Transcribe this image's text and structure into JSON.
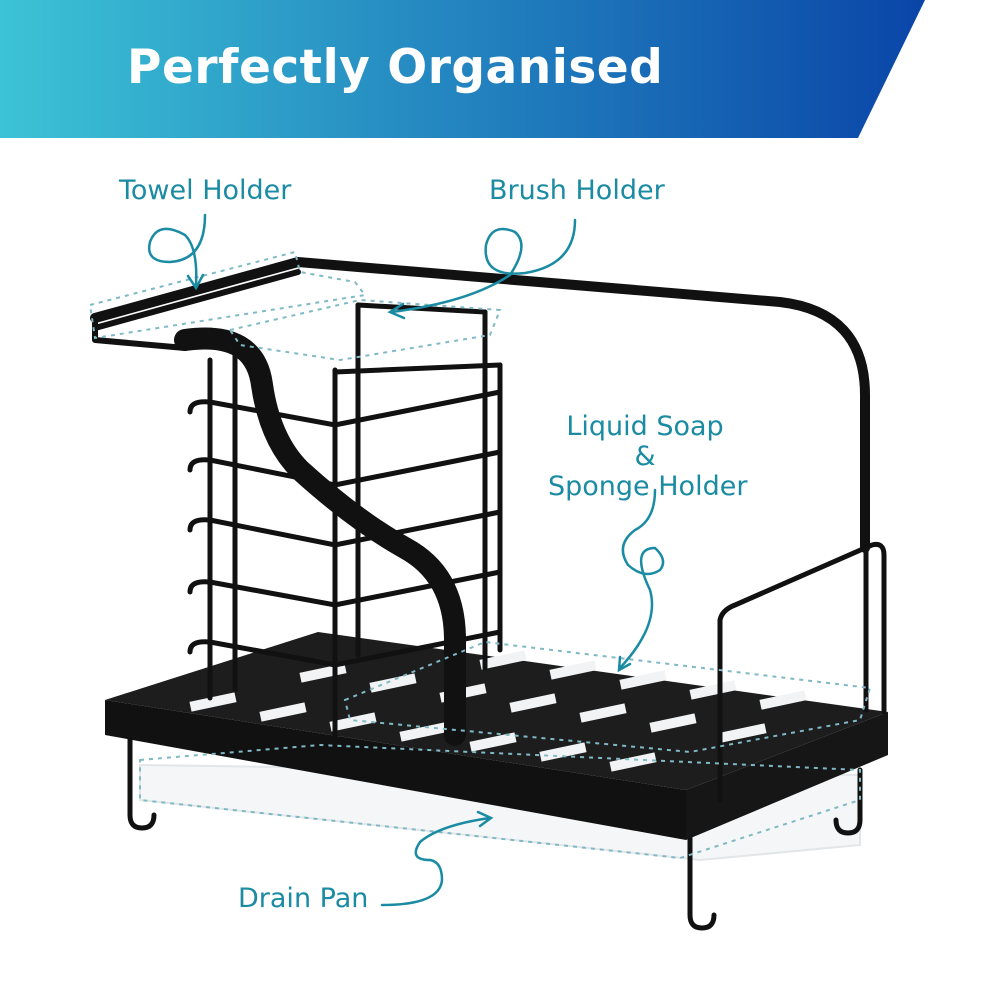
{
  "banner": {
    "title": "Perfectly Organised",
    "gradient_start": "#3cc3d6",
    "gradient_end": "#0a45a8"
  },
  "callouts": {
    "towel_holder": "Towel Holder",
    "brush_holder": "Brush Holder",
    "liquid_soap_line1": "Liquid Soap",
    "liquid_soap_line2": "&",
    "liquid_soap_line3": "Sponge Holder",
    "drain_pan": "Drain Pan"
  },
  "colors": {
    "callout_text": "#1a8ba3",
    "rack": "#111111",
    "drain_pan": "#f4f6f7"
  }
}
